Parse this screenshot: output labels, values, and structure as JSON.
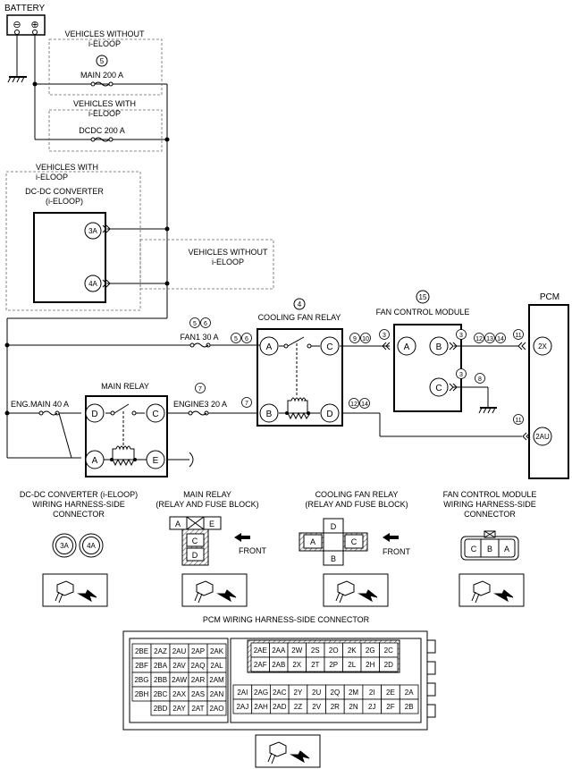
{
  "battery": {
    "label": "BATTERY",
    "neg": "⊖",
    "pos": "⊕"
  },
  "groups": {
    "without_1": [
      "VEHICLES WITHOUT",
      "i-ELOOP"
    ],
    "with_1": [
      "VEHICLES WITH",
      "i-ELOOP"
    ],
    "with_2": [
      "VEHICLES WITH",
      "i-ELOOP"
    ],
    "without_2": [
      "VEHICLES WITHOUT",
      "i-ELOOP"
    ]
  },
  "fuses": {
    "main": {
      "num": "5",
      "label": "MAIN 200 A"
    },
    "dcdc": {
      "label": "DCDC 200 A"
    },
    "fan1": {
      "label": "FAN1 30 A"
    },
    "engine3": {
      "label": "ENGINE3 20 A"
    },
    "engmain": {
      "label": "ENG.MAIN 40 A"
    }
  },
  "dcdc_converter": {
    "title": [
      "DC-DC CONVERTER",
      "(i-ELOOP)"
    ],
    "t1": "3A",
    "t2": "4A"
  },
  "cooling_fan_relay": {
    "num": "4",
    "title": "COOLING FAN RELAY",
    "a": "A",
    "b": "B",
    "c": "C",
    "d": "D"
  },
  "main_relay": {
    "title": "MAIN RELAY",
    "a": "A",
    "c": "C",
    "d": "D",
    "e": "E"
  },
  "fan_control_module": {
    "num": "15",
    "title": "FAN CONTROL MODULE",
    "a": "A",
    "b": "B",
    "c": "C"
  },
  "pcm": {
    "title": "PCM",
    "t1": "2X",
    "t2": "2AU"
  },
  "circled": {
    "fan1_top": [
      "5",
      "6"
    ],
    "fan1_line": [
      "5",
      "6"
    ],
    "engine3_top": "7",
    "engine3_line": "7",
    "relay_out": [
      "9",
      "10"
    ],
    "relay_d": [
      "12",
      "14"
    ],
    "fcm_a": "3",
    "fcm_b": "3",
    "fcm_b_line": [
      "12",
      "13",
      "14"
    ],
    "pcm_2x": "11",
    "pcm_2au": "11",
    "fcm_c": "3",
    "fcm_gnd": "8"
  },
  "connectors": {
    "dcdc": {
      "title": [
        "DC-DC CONVERTER (i-ELOOP)",
        "WIRING HARNESS-SIDE",
        "CONNECTOR"
      ],
      "pins": [
        "3A",
        "4A"
      ]
    },
    "main_relay": {
      "title": [
        "MAIN RELAY",
        "(RELAY AND FUSE BLOCK)"
      ],
      "pins": [
        "A",
        "E",
        "C",
        "D"
      ],
      "front": "FRONT"
    },
    "cooling_fan_relay": {
      "title": [
        "COOLING FAN RELAY",
        "(RELAY AND FUSE BLOCK)"
      ],
      "pins": [
        "D",
        "A",
        "C",
        "B"
      ],
      "front": "FRONT"
    },
    "fcm": {
      "title": [
        "FAN CONTROL MODULE",
        "WIRING HARNESS-SIDE",
        "CONNECTOR"
      ],
      "pins": [
        "C",
        "B",
        "A"
      ]
    },
    "pcm": {
      "title": "PCM WIRING HARNESS-SIDE CONNECTOR",
      "left_rows": [
        [
          "2BE",
          "2AZ",
          "2AU",
          "2AP",
          "2AK"
        ],
        [
          "2BF",
          "2BA",
          "2AV",
          "2AQ",
          "2AL"
        ],
        [
          "2BG",
          "2BB",
          "2AW",
          "2AR",
          "2AM"
        ],
        [
          "2BH",
          "2BC",
          "2AX",
          "2AS",
          "2AN"
        ],
        [
          "",
          "2BD",
          "2AY",
          "2AT",
          "2AO"
        ]
      ],
      "right_rows": [
        [
          "2AE",
          "2AA",
          "2W",
          "2S",
          "2O",
          "2K",
          "2G",
          "2C"
        ],
        [
          "2AF",
          "2AB",
          "2X",
          "2T",
          "2P",
          "2L",
          "2H",
          "2D"
        ],
        [
          "2AI",
          "2AG",
          "2AC",
          "2Y",
          "2U",
          "2Q",
          "2M",
          "2I",
          "2E",
          "2A"
        ],
        [
          "2AJ",
          "2AH",
          "2AD",
          "2Z",
          "2V",
          "2R",
          "2N",
          "2J",
          "2F",
          "2B"
        ]
      ]
    }
  }
}
